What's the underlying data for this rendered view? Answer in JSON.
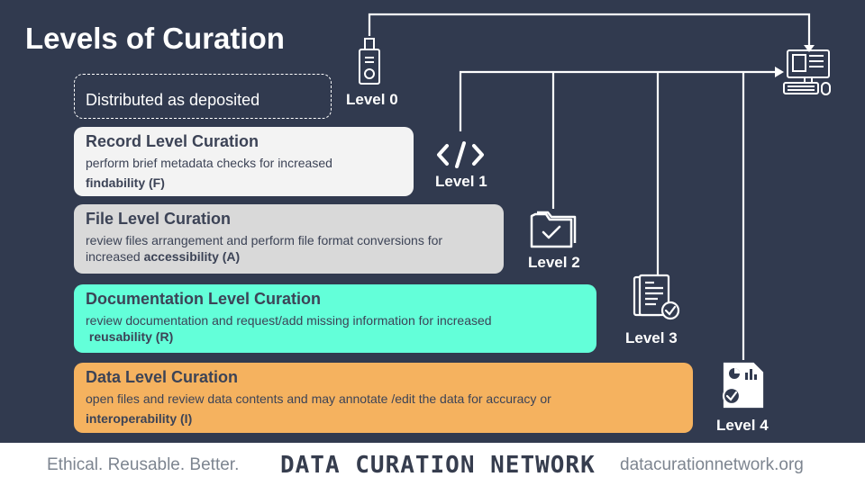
{
  "title": "Levels of Curation",
  "deposited_label": "Distributed as deposited",
  "levels": [
    {
      "label": "Level 0"
    },
    {
      "label": "Level 1"
    },
    {
      "label": "Level 2"
    },
    {
      "label": "Level 3"
    },
    {
      "label": "Level 4"
    }
  ],
  "boxes": [
    {
      "title": "Record Level Curation",
      "desc": "perform brief metadata checks for increased",
      "bold": "findability (F)",
      "color": "#f3f3f3"
    },
    {
      "title": "File Level Curation",
      "desc": "review files arrangement and perform file format conversions for increased",
      "bold": "accessibility (A)",
      "color": "#d9d9d9"
    },
    {
      "title": "Documentation Level Curation",
      "desc": "review documentation and request/add missing information for increased",
      "bold": "reusability (R)",
      "color": "#63ffd9"
    },
    {
      "title": "Data Level Curation",
      "desc": "open files and review data contents and may annotate /edit the data for accuracy or",
      "bold": "interoperability (I)",
      "color": "#f5b25f"
    }
  ],
  "footer": {
    "tagline": "Ethical. Reusable. Better.",
    "brand": "DATA CURATION NETWORK",
    "url": "datacurationnetwork.org"
  },
  "icons": [
    "usb-drive-icon",
    "code-icon",
    "folder-check-icon",
    "document-check-icon",
    "report-check-icon",
    "computer-icon"
  ]
}
